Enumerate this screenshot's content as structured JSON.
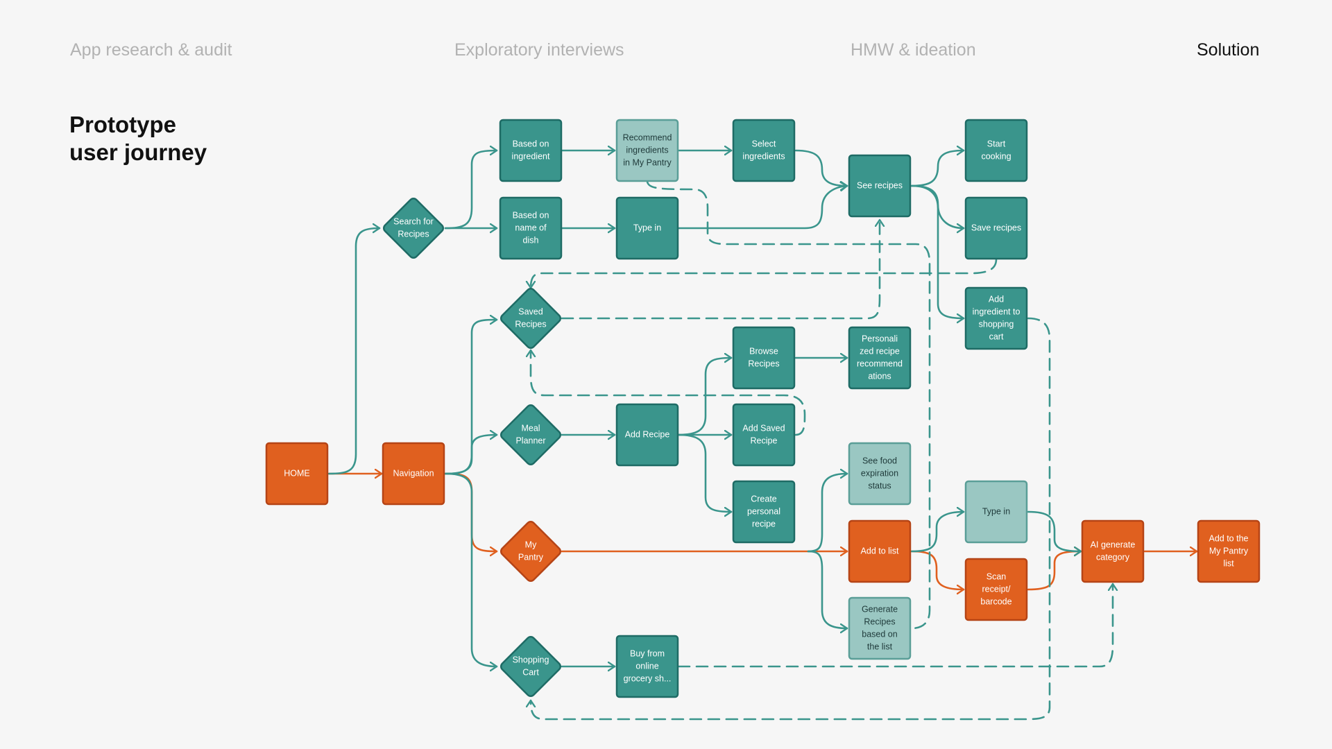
{
  "tabs": [
    {
      "label": "App research & audit",
      "active": false
    },
    {
      "label": "Exploratory interviews",
      "active": false
    },
    {
      "label": "HMW & ideation",
      "active": false
    },
    {
      "label": "Solution",
      "active": true
    }
  ],
  "title": {
    "line1": "Prototype",
    "line2": "user journey"
  },
  "colors": {
    "teal": "#3a958c",
    "teal_border": "#1e6b65",
    "teal_light": "#9ac7c2",
    "teal_light_border": "#5a9e97",
    "orange": "#e0601f",
    "orange_border": "#b54416",
    "background": "#f6f6f6"
  },
  "nodes": [
    {
      "id": "home",
      "name": "node-home",
      "lines": [
        "HOME"
      ],
      "style": "orange",
      "shape": "rect"
    },
    {
      "id": "navigation",
      "name": "node-navigation",
      "lines": [
        "Navigation"
      ],
      "style": "orange",
      "shape": "rect"
    },
    {
      "id": "search",
      "name": "node-search-for-recipes",
      "lines": [
        "Search for",
        "Recipes"
      ],
      "style": "teal",
      "shape": "diamond"
    },
    {
      "id": "saved",
      "name": "node-saved-recipes",
      "lines": [
        "Saved",
        "Recipes"
      ],
      "style": "teal",
      "shape": "diamond"
    },
    {
      "id": "meal",
      "name": "node-meal-planner",
      "lines": [
        "Meal",
        "Planner"
      ],
      "style": "teal",
      "shape": "diamond"
    },
    {
      "id": "pantry",
      "name": "node-my-pantry",
      "lines": [
        "My",
        "Pantry"
      ],
      "style": "orange",
      "shape": "diamond"
    },
    {
      "id": "cart",
      "name": "node-shopping-cart",
      "lines": [
        "Shopping",
        "Cart"
      ],
      "style": "teal",
      "shape": "diamond"
    },
    {
      "id": "ingredient",
      "name": "node-based-on-ingredient",
      "lines": [
        "Based on",
        "ingredient"
      ],
      "style": "teal",
      "shape": "rect"
    },
    {
      "id": "dishname",
      "name": "node-based-on-name-of-dish",
      "lines": [
        "Based on",
        "name of",
        "dish"
      ],
      "style": "teal",
      "shape": "rect"
    },
    {
      "id": "recommend",
      "name": "node-recommend-ingredients",
      "lines": [
        "Recommend",
        "ingredients",
        "in My Pantry"
      ],
      "style": "light",
      "shape": "rect"
    },
    {
      "id": "typein1",
      "name": "node-type-in-search",
      "lines": [
        "Type in"
      ],
      "style": "teal",
      "shape": "rect"
    },
    {
      "id": "select",
      "name": "node-select-ingredients",
      "lines": [
        "Select",
        "ingredients"
      ],
      "style": "teal",
      "shape": "rect"
    },
    {
      "id": "seerecipes",
      "name": "node-see-recipes",
      "lines": [
        "See recipes"
      ],
      "style": "teal",
      "shape": "rect"
    },
    {
      "id": "start",
      "name": "node-start-cooking",
      "lines": [
        "Start",
        "cooking"
      ],
      "style": "teal",
      "shape": "rect"
    },
    {
      "id": "saverecipes",
      "name": "node-save-recipes",
      "lines": [
        "Save recipes"
      ],
      "style": "teal",
      "shape": "rect"
    },
    {
      "id": "addcart",
      "name": "node-add-ingredient-to-cart",
      "lines": [
        "Add",
        "ingredient to",
        "shopping",
        "cart"
      ],
      "style": "teal",
      "shape": "rect"
    },
    {
      "id": "addrecipe",
      "name": "node-add-recipe",
      "lines": [
        "Add Recipe"
      ],
      "style": "teal",
      "shape": "rect"
    },
    {
      "id": "browse",
      "name": "node-browse-recipes",
      "lines": [
        "Browse",
        "Recipes"
      ],
      "style": "teal",
      "shape": "rect"
    },
    {
      "id": "addsaved",
      "name": "node-add-saved-recipe",
      "lines": [
        "Add Saved",
        "Recipe"
      ],
      "style": "teal",
      "shape": "rect"
    },
    {
      "id": "create",
      "name": "node-create-personal-recipe",
      "lines": [
        "Create",
        "personal",
        "recipe"
      ],
      "style": "teal",
      "shape": "rect"
    },
    {
      "id": "personalized",
      "name": "node-personalized-recommendations",
      "lines": [
        "Personali",
        "zed recipe",
        "recommend",
        "ations"
      ],
      "style": "teal",
      "shape": "rect"
    },
    {
      "id": "expiration",
      "name": "node-see-food-expiration",
      "lines": [
        "See food",
        "expiration",
        "status"
      ],
      "style": "light",
      "shape": "rect"
    },
    {
      "id": "addlist",
      "name": "node-add-to-list",
      "lines": [
        "Add to list"
      ],
      "style": "orange",
      "shape": "rect"
    },
    {
      "id": "generate",
      "name": "node-generate-recipes",
      "lines": [
        "Generate",
        "Recipes",
        "based on",
        "the list"
      ],
      "style": "light",
      "shape": "rect"
    },
    {
      "id": "typein2",
      "name": "node-type-in-pantry",
      "lines": [
        "Type in"
      ],
      "style": "light",
      "shape": "rect"
    },
    {
      "id": "scan",
      "name": "node-scan-receipt",
      "lines": [
        "Scan",
        "receipt/",
        "barcode"
      ],
      "style": "orange",
      "shape": "rect"
    },
    {
      "id": "ai",
      "name": "node-ai-generate-category",
      "lines": [
        "AI generate",
        "category"
      ],
      "style": "orange",
      "shape": "rect"
    },
    {
      "id": "addpantry",
      "name": "node-add-to-my-pantry-list",
      "lines": [
        "Add to the",
        "My Pantry",
        "list"
      ],
      "style": "orange",
      "shape": "rect"
    },
    {
      "id": "buy",
      "name": "node-buy-from-online-grocery",
      "lines": [
        "Buy from",
        "online",
        "grocery sh..."
      ],
      "style": "teal",
      "shape": "rect"
    }
  ]
}
